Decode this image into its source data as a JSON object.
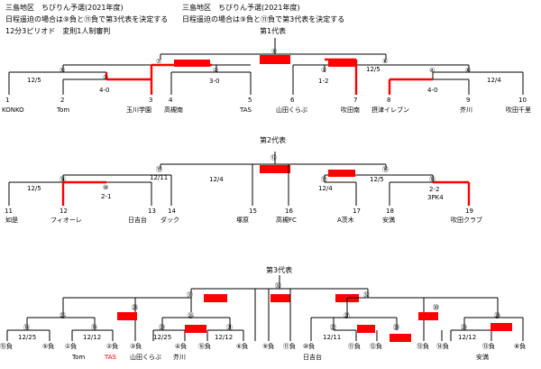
{
  "header_left": {
    "line1": "三島地区　ちびりん予選(2021年度)",
    "line2": "日程遥迫の場合は⑨負と⑪負で第3代表を決定する",
    "line3": "12分3ピリオド　変則1人制審判"
  },
  "header_right": {
    "line1": "三島地区　ちびりん予選(2021年度)",
    "line2": "日程遥迫の場合は⑨負と⑪負で第3代表を決定する"
  },
  "section1": {
    "title": "第1代表",
    "match_nums": [
      "⑤",
      "①",
      "⑦",
      "②",
      "⑨",
      "③",
      "⑧",
      "④",
      "⑥"
    ],
    "scores": [
      "12/5",
      "4-0",
      "3-0",
      "1-2",
      "12/5",
      "4-0",
      "12/4"
    ],
    "team_nums": [
      "1",
      "2",
      "3",
      "4",
      "5",
      "6",
      "7",
      "8",
      "9",
      "10"
    ],
    "teams": [
      "KONKO",
      "Tom",
      "玉川学園",
      "高槻南",
      "TAS",
      "山田くらぶ",
      "吹田南",
      "摂津イレブン",
      "芥川",
      "吹田千里"
    ]
  },
  "section2": {
    "title": "第2代表",
    "match_nums": [
      "⑮",
      "⑭",
      "⑩",
      "⑰",
      "⑫",
      "⑯",
      "⑬"
    ],
    "scores": [
      "12/11",
      "12/5",
      "2-1",
      "12/4",
      "12/4",
      "12/5",
      "2-2",
      "3PK4"
    ],
    "team_nums": [
      "11",
      "12",
      "13",
      "14",
      "15",
      "16",
      "17",
      "18",
      "19"
    ],
    "teams": [
      "如是",
      "フィオーレ",
      "日吉台",
      "ダック",
      "塚原",
      "高槻FC",
      "A茨木",
      "安満",
      "吹田クラブ"
    ]
  },
  "section3": {
    "title": "第3代表",
    "match_nums": [
      "㉛",
      "㉝",
      "㉜",
      "⑱",
      "㉕",
      "⑲",
      "㉔",
      "⑳",
      "㉖",
      "㉑",
      "㉒",
      "㉗",
      "㉓",
      "㉚",
      "㉘",
      "㉙"
    ],
    "scores": [
      "12/25",
      "12/12",
      "12/25",
      "12/12",
      "12/11",
      "12/12"
    ],
    "slots": [
      "⑮負",
      "⑤負",
      "①負",
      "②負",
      "③負",
      "④負",
      "⑯負",
      "⑥負",
      "⑨負",
      "⑪負",
      "⑩負",
      "⑪負",
      "⑫負",
      "⑬負",
      "⑭負",
      "⑬負",
      "⑧負"
    ],
    "teams": [
      "Tom",
      "TAS",
      "山田くらぶ",
      "芥川",
      "日吉台",
      "安満"
    ],
    "team_colors": {
      "highlight": "#ff0000"
    }
  },
  "colors": {
    "winner_line": "#ff0000",
    "line": "#000000"
  }
}
